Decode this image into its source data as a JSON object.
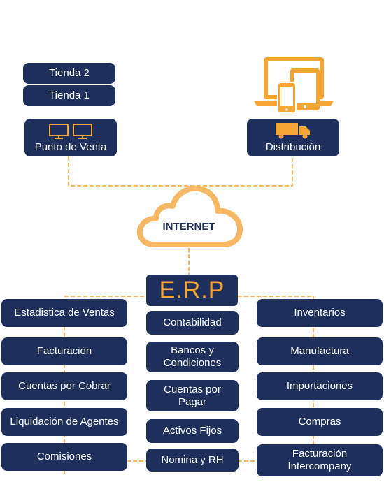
{
  "stores": {
    "store2": "Tienda 2",
    "store1": "Tienda 1",
    "pos": "Punto de Venta",
    "distribution": "Distribución"
  },
  "cloud": {
    "label": "INTERNET"
  },
  "erp": {
    "label": "E.R.P"
  },
  "left_modules": [
    "Estadistica de  Ventas",
    "Facturación",
    "Cuentas por Cobrar",
    "Liquidación de Agentes",
    "Comisiones"
  ],
  "center_modules": [
    "Contabilidad",
    "Bancos y\nCondiciones",
    "Cuentas por\nPagar",
    "Activos Fijos",
    "Nomina y RH"
  ],
  "right_modules": [
    "Inventarios",
    "Manufactura",
    "Importaciones",
    "Compras",
    "Facturación\nIntercompany"
  ],
  "colors": {
    "navy": "#1e2f5c",
    "orange": "#f5a534",
    "connector": "#f7b865"
  },
  "icons": [
    "monitor-icon",
    "truck-icon",
    "devices-icon",
    "cloud-icon"
  ]
}
